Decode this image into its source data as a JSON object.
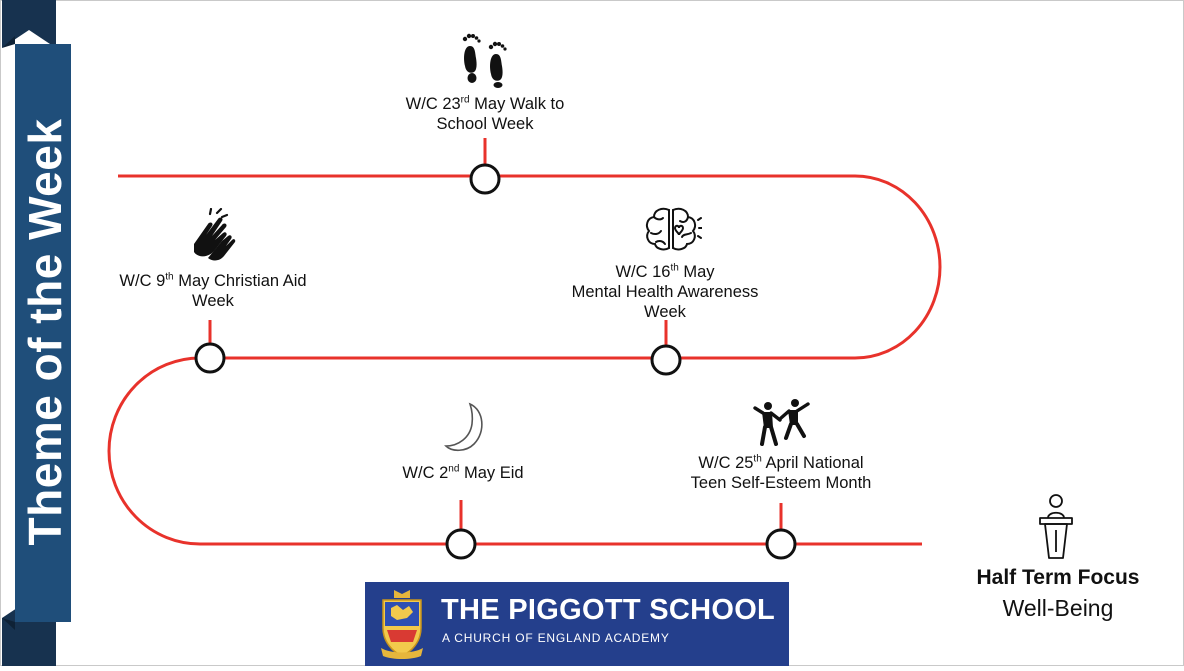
{
  "banner": {
    "title": "Theme of the Week",
    "color": "#1f4e7a"
  },
  "timeline": {
    "line_color": "#e8322b",
    "events": [
      {
        "id": "walk",
        "prefix": "W/C 23",
        "sup": "rd",
        "rest": " May Walk to",
        "line2": "School Week",
        "line3": "",
        "icon": "footprints-icon"
      },
      {
        "id": "aid",
        "prefix": "W/C 9",
        "sup": "th",
        "rest": " May Christian Aid",
        "line2": "Week",
        "line3": "",
        "icon": "clapping-hands-icon"
      },
      {
        "id": "mental",
        "prefix": "W/C 16",
        "sup": "th",
        "rest": " May",
        "line2": "Mental Health Awareness",
        "line3": "Week",
        "icon": "brain-heart-icon"
      },
      {
        "id": "eid",
        "prefix": "W/C 2",
        "sup": "nd",
        "rest": " May Eid",
        "line2": "",
        "line3": "",
        "icon": "crescent-moon-icon"
      },
      {
        "id": "teen",
        "prefix": "W/C 25",
        "sup": "th",
        "rest": " April National",
        "line2": "Teen Self-Esteem Month",
        "line3": "",
        "icon": "dancing-people-icon"
      }
    ]
  },
  "focus": {
    "title": "Half Term Focus",
    "subtitle": "Well-Being",
    "icon": "podium-icon"
  },
  "logo": {
    "name": "THE PIGGOTT SCHOOL",
    "tagline": "A CHURCH OF ENGLAND ACADEMY",
    "color": "#243f8c"
  }
}
